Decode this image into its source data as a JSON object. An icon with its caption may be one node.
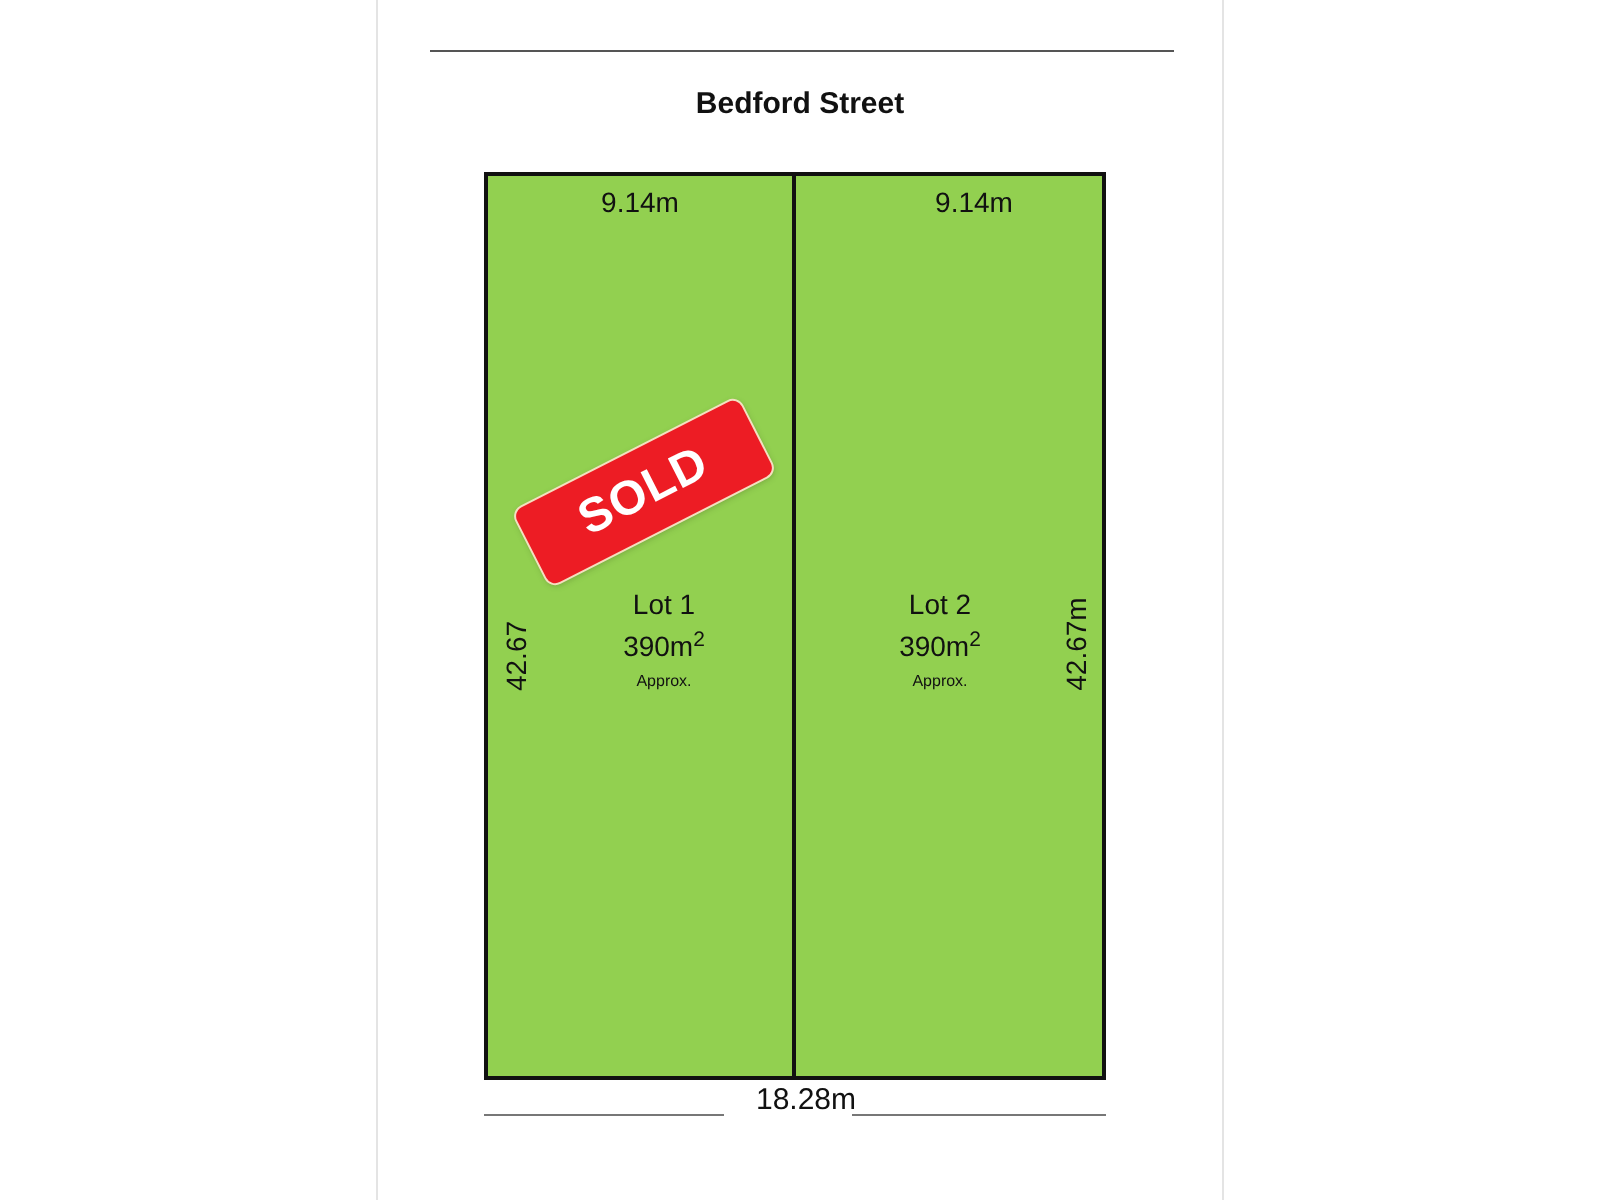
{
  "diagram": {
    "nodes": [
      {
        "text": [
          "Lot 1",
          "390m$^{2}$",
          "Approx."
        ]
      },
      {
        "text": [
          "Lot 2",
          "390m$^{2}$",
          "Approx."
        ]
      },
      {
        "text": [
          "SOLD"
        ],
        "in": 0
      }
    ],
    "labels": [
      "Bedford Street",
      "9.14m",
      "9.14m",
      "42.67",
      "42.67m",
      "18.28m"
    ]
  }
}
